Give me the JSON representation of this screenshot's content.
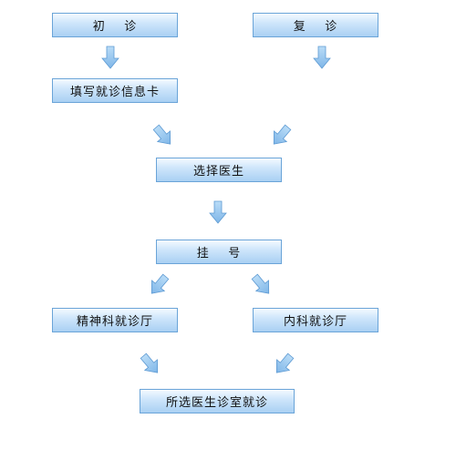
{
  "nodes": {
    "first_visit": "初    诊",
    "return_visit": "复    诊",
    "fill_card": "填写就诊信息卡",
    "choose_doctor": "选择医生",
    "register": "挂    号",
    "psych_clinic": "精神科就诊厅",
    "internal_clinic": "内科就诊厅",
    "consult_room": "所选医生诊室就诊"
  },
  "colors": {
    "arrow": "#8ec0ec",
    "arrow_stroke": "#5d9ad3",
    "box_border": "#6aa4d8"
  }
}
